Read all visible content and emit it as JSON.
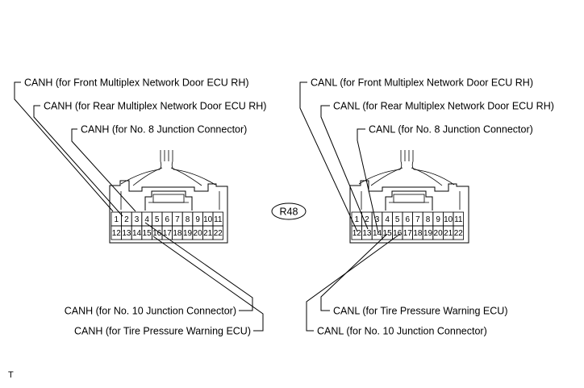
{
  "connector_id": "R48",
  "footer_mark": "T",
  "left_connector": {
    "row1": [
      "1",
      "2",
      "3",
      "4",
      "5",
      "6",
      "7",
      "8",
      "9",
      "10",
      "11"
    ],
    "row2": [
      "12",
      "13",
      "14",
      "15",
      "16",
      "17",
      "18",
      "19",
      "20",
      "21",
      "22"
    ],
    "labels": {
      "front_door": "CANH (for Front Multiplex Network Door ECU RH)",
      "rear_door": "CANH (for Rear Multiplex Network Door ECU RH)",
      "jc8": "CANH (for No. 8 Junction Connector)",
      "jc10": "CANH (for No. 10 Junction Connector)",
      "tpw": "CANH (for Tire Pressure Warning ECU)"
    }
  },
  "right_connector": {
    "row1": [
      "1",
      "2",
      "3",
      "4",
      "5",
      "6",
      "7",
      "8",
      "9",
      "10",
      "11"
    ],
    "row2": [
      "12",
      "13",
      "14",
      "15",
      "16",
      "17",
      "18",
      "19",
      "20",
      "21",
      "22"
    ],
    "labels": {
      "front_door": "CANL (for Front Multiplex Network Door ECU RH)",
      "rear_door": "CANL (for Rear Multiplex Network Door ECU RH)",
      "jc8": "CANL (for No. 8 Junction Connector)",
      "tpw": "CANL (for Tire Pressure Warning ECU)",
      "jc10": "CANL (for No. 10 Junction Connector)"
    }
  }
}
